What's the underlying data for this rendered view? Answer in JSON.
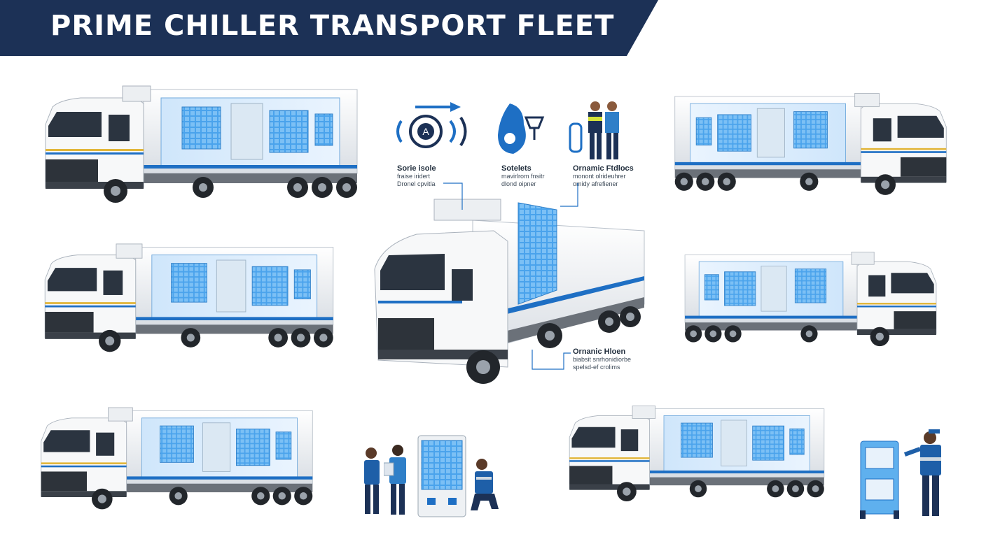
{
  "header": {
    "title": "PRIME CHILLER TRANSPORT FLEET"
  },
  "colors": {
    "navy": "#1c3156",
    "accent": "#1e6fc4",
    "panel": "#5fb0ee",
    "body": "#f3f5f7",
    "cab": "#f7f8f9",
    "stripe": "#e2b63a"
  },
  "callouts": [
    {
      "title": "Sorie isole",
      "lines": [
        "fraise iridert",
        "Dronel cpvitla"
      ]
    },
    {
      "title": "Sotelets",
      "lines": [
        "mavirlrom fnsitr",
        "dlond oipner"
      ]
    },
    {
      "title": "Ornamic Ftdlocs",
      "lines": [
        "monont olrideuhrer",
        "omidy afrefiener"
      ]
    },
    {
      "title": "Ornanic Hloen",
      "lines": [
        "biabsit snrhonidiorbe",
        "spelsd-ef crolims"
      ]
    }
  ],
  "icons": {
    "control": "steering-control-icon",
    "food": "food-beverage-icon",
    "staff": "staff-team-icon"
  }
}
